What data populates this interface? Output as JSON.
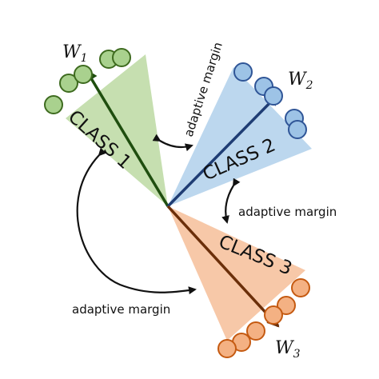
{
  "classes": [
    {
      "label": "CLASS 1",
      "weight": "W",
      "weight_sub": "1",
      "color": "#c6dfb0",
      "dot_color": "#a9d18e",
      "dot_stroke": "#3e6b1f",
      "vector_color": "#1f4e0f"
    },
    {
      "label": "CLASS 2",
      "weight": "W",
      "weight_sub": "2",
      "color": "#bcd7ee",
      "dot_color": "#9dc3e6",
      "dot_stroke": "#2f5597",
      "vector_color": "#1f3d74"
    },
    {
      "label": "CLASS 3",
      "weight": "W",
      "weight_sub": "3",
      "color": "#f7c8a8",
      "dot_color": "#f4b183",
      "dot_stroke": "#c55a11",
      "vector_color": "#6b2f0a"
    }
  ],
  "margins": {
    "m12": "adaptive margin",
    "m23": "adaptive margin",
    "m13": "adaptive margin"
  }
}
